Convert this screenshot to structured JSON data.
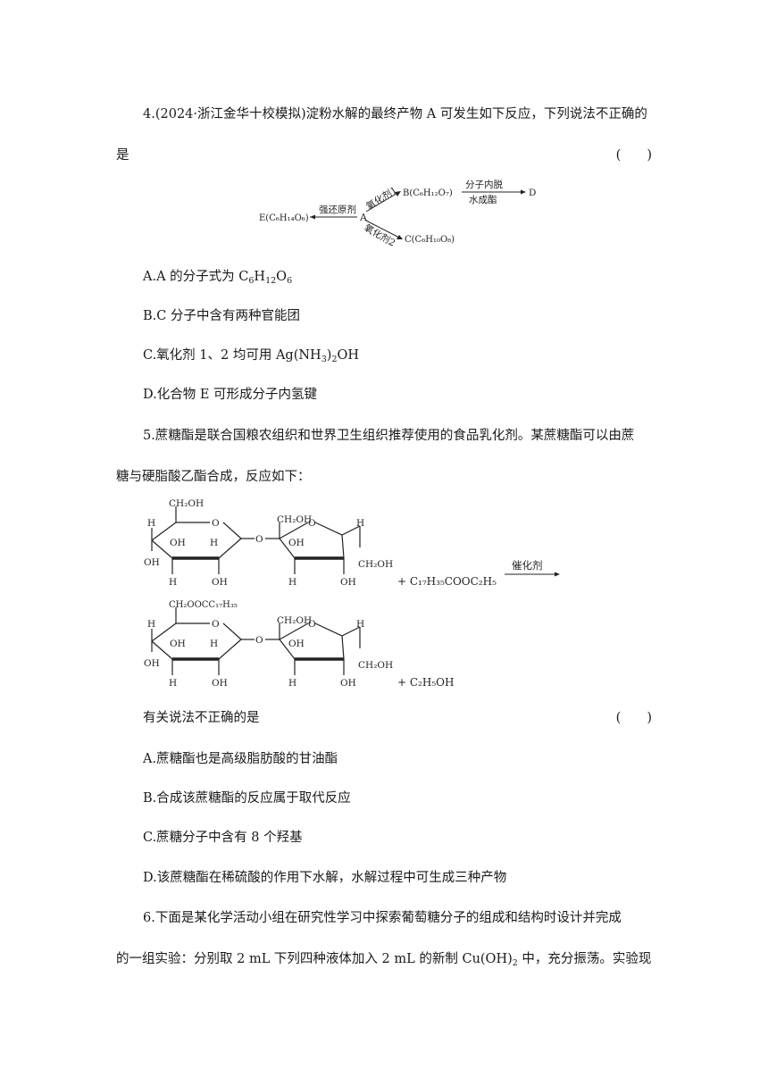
{
  "q4": {
    "line1": "4.(2024·浙江金华十校模拟)淀粉水解的最终产物 A 可发生如下反应，下列说法不正确的是",
    "line1_a": "4.(2024·浙江金华十校模拟)淀粉水解的最终产物 A 可发生如下反应，下列说法不正确的",
    "line1_b": "是",
    "paren": "(　　)",
    "scheme": {
      "center": "A",
      "right_top": "B(C₆H₁₂O₇)",
      "right_bottom": "C(C₆H₁₀O₈)",
      "left": "E(C₆H₁₄O₆)",
      "label_reduct": "强还原剂",
      "label_ox1": "氧化剂1",
      "label_ox2": "氧化剂2",
      "label_dehyd_top": "分子内脱",
      "label_dehyd_bottom": "水成酯",
      "product_d": "D"
    },
    "options": {
      "A_pre": "A.A 的分子式为 C",
      "A_s1": "6",
      "A_m1": "H",
      "A_s2": "12",
      "A_m2": "O",
      "A_s3": "6",
      "B": "B.C 分子中含有两种官能团",
      "C_pre": "C.氧化剂 1、2 均可用 Ag(NH",
      "C_s1": "3",
      "C_m1": ")",
      "C_s2": "2",
      "C_post": "OH",
      "D": "D.化合物 E 可形成分子内氢键"
    }
  },
  "q5": {
    "line1": "5.蔗糖酯是联合国粮农组织和世界卫生组织推荐使用的食品乳化剂。某蔗糖酯可以由蔗",
    "line2": "糖与硬脂酸乙酯合成，反应如下：",
    "reagent": "+ C₁₇H₃₅COOC₂H₅",
    "catalyst": "催化剂",
    "product_extra": "+ C₂H₅OH",
    "ring_labels": {
      "ch2oh": "CH₂OH",
      "ch2ooc": "CH₂OOCC₁₇H₃₅",
      "h": "H",
      "oh": "OH",
      "o": "O"
    },
    "question": "有关说法不正确的是",
    "paren": "(　　)",
    "options": {
      "A": "A.蔗糖酯也是高级脂肪酸的甘油酯",
      "B": "B.合成该蔗糖酯的反应属于取代反应",
      "C": "C.蔗糖分子中含有 8 个羟基",
      "D": "D.该蔗糖酯在稀硫酸的作用下水解，水解过程中可生成三种产物"
    }
  },
  "q6": {
    "line1": "6.下面是某化学活动小组在研究性学习中探索葡萄糖分子的组成和结构时设计并完成",
    "line2_pre": "的一组实验：分别取 2 mL 下列四种液体加入 2 mL 的新制 Cu(OH)",
    "line2_sub": "2",
    "line2_post": " 中，充分振荡。实验现"
  }
}
